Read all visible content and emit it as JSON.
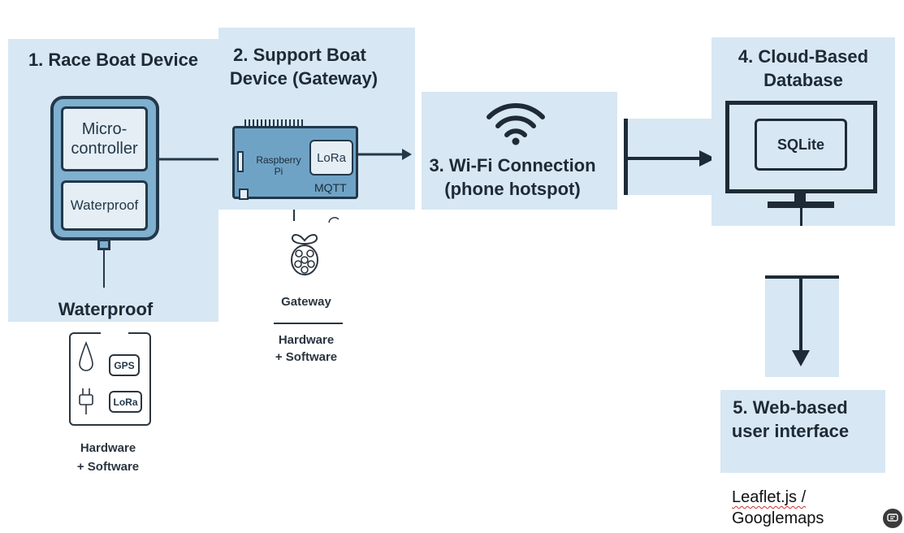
{
  "race_boat": {
    "title": "1. Race Boat Device",
    "micro_label": "Micro-\ncontroller",
    "waterproof_inner": "Waterproof",
    "waterproof_caption": "Waterproof",
    "gps_label": "GPS",
    "lora_label": "LoRa",
    "hw_sw_line1": "Hardware",
    "hw_sw_line2": "+ Software"
  },
  "support_boat": {
    "title_line1": "2. Support Boat",
    "title_line2": "Device (Gateway)",
    "rpi_label": "Raspberry\nPi",
    "lora_label": "LoRa",
    "mqtt_label": "MQTT",
    "gateway_caption": "Gateway",
    "hw_sw_line1": "Hardware",
    "hw_sw_line2": "+ Software"
  },
  "wifi": {
    "title_line1": "3. Wi-Fi Connection",
    "title_line2": "(phone hotspot)"
  },
  "cloud": {
    "title_line1": "4. Cloud-Based",
    "title_line2": "Database",
    "sqlite_label": "SQLite"
  },
  "web": {
    "title_line1": "5. Web-based",
    "title_line2": "user interface",
    "caption_line1": "Leaflet.js /",
    "caption_line2": "Googlemaps"
  },
  "colors": {
    "panel": "#d7e7f3",
    "device_blue": "#7fb0cf",
    "board_blue": "#6fa3c6",
    "dark": "#22384b"
  }
}
